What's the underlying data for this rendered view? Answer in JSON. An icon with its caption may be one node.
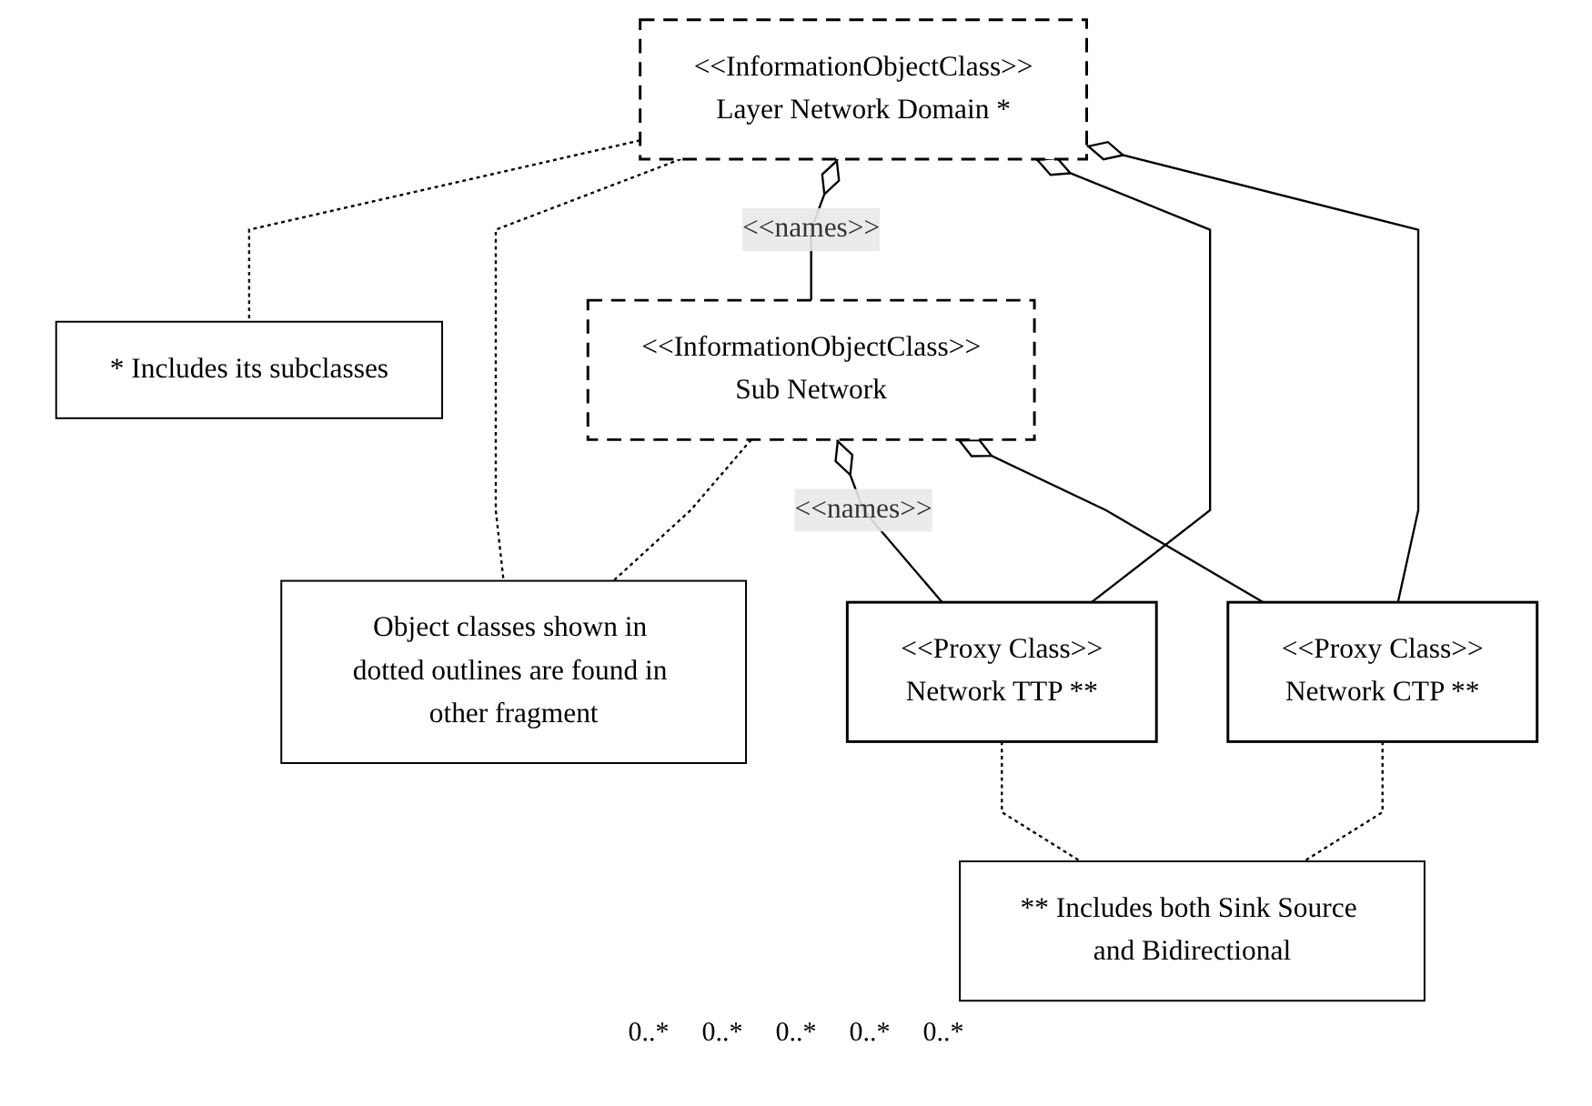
{
  "diagram": {
    "nodes": [
      {
        "text": [
          "<<InformationObjectClass>>",
          "Layer Network Domain *"
        ]
      },
      {
        "text": [
          "* Includes its subclasses"
        ]
      },
      {
        "text": [
          "<<InformationObjectClass>>",
          "Sub Network"
        ]
      },
      {
        "text": [
          "Object classes shown in dotted outlines are found in other fragment"
        ]
      },
      {
        "text": [
          "<<Proxy Class>>",
          "Network TTP **"
        ]
      },
      {
        "text": [
          "<<Proxy Class>>",
          "Network CTP **"
        ]
      },
      {
        "text": [
          "** Includes both Sink Source and Bidirectional"
        ]
      }
    ],
    "edges": [
      {
        "from": 0,
        "to": 1,
        "arrow": "none",
        "style": "dashed"
      },
      {
        "from": 0,
        "to": 3,
        "arrow": "none",
        "style": "dashed"
      },
      {
        "from": 2,
        "to": 3,
        "arrow": "none",
        "style": "dashed"
      },
      {
        "from": 0,
        "to": 2,
        "arrow": "other",
        "label": "<<names>>"
      },
      {
        "from": 0,
        "to": 4,
        "arrow": "other"
      },
      {
        "from": 0,
        "to": 5,
        "arrow": "other"
      },
      {
        "from": 2,
        "to": 4,
        "arrow": "other",
        "label": "<<names>>"
      },
      {
        "from": 2,
        "to": 5,
        "arrow": "other"
      },
      {
        "from": 4,
        "to": 6,
        "arrow": "none",
        "style": "dashed"
      },
      {
        "from": 5,
        "to": 6,
        "arrow": "none",
        "style": "dashed"
      }
    ],
    "labels": [
      "0..*",
      "0..*",
      "0..*",
      "0..*",
      "0..*"
    ]
  }
}
